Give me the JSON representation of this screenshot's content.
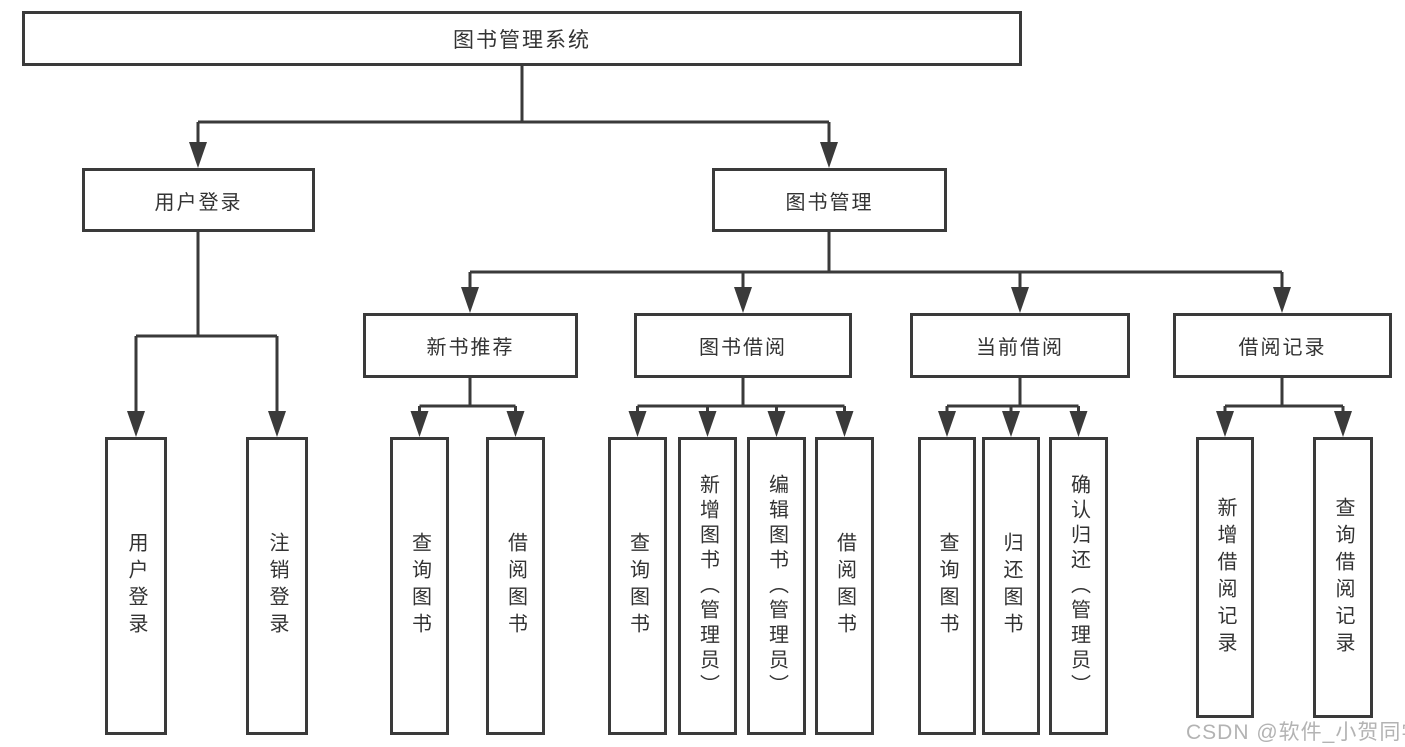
{
  "diagram": {
    "root": {
      "label": "图书管理系统"
    },
    "level2": {
      "user_login": {
        "label": "用户登录"
      },
      "book_management": {
        "label": "图书管理"
      }
    },
    "level3": {
      "new_book_recommend": {
        "label": "新书推荐"
      },
      "book_borrow": {
        "label": "图书借阅"
      },
      "current_borrow": {
        "label": "当前借阅"
      },
      "borrow_records": {
        "label": "借阅记录"
      }
    },
    "leaves": {
      "user_login": [
        "用户登录",
        "注销登录"
      ],
      "new_book_recommend": [
        "查询图书",
        "借阅图书"
      ],
      "book_borrow": [
        "查询图书",
        "新增图书（管理员）",
        "编辑图书（管理员）",
        "借阅图书"
      ],
      "current_borrow": [
        "查询图书",
        "归还图书",
        "确认归还（管理员）"
      ],
      "borrow_records": [
        "新增借阅记录",
        "查询借阅记录"
      ]
    }
  },
  "watermark": {
    "text": "CSDN @软件_小贺同学"
  },
  "colors": {
    "line": "#3a3a3a",
    "text": "#333333",
    "box_border": "#3a3a3a",
    "watermark": "#b3b3b3",
    "background": "#ffffff"
  }
}
